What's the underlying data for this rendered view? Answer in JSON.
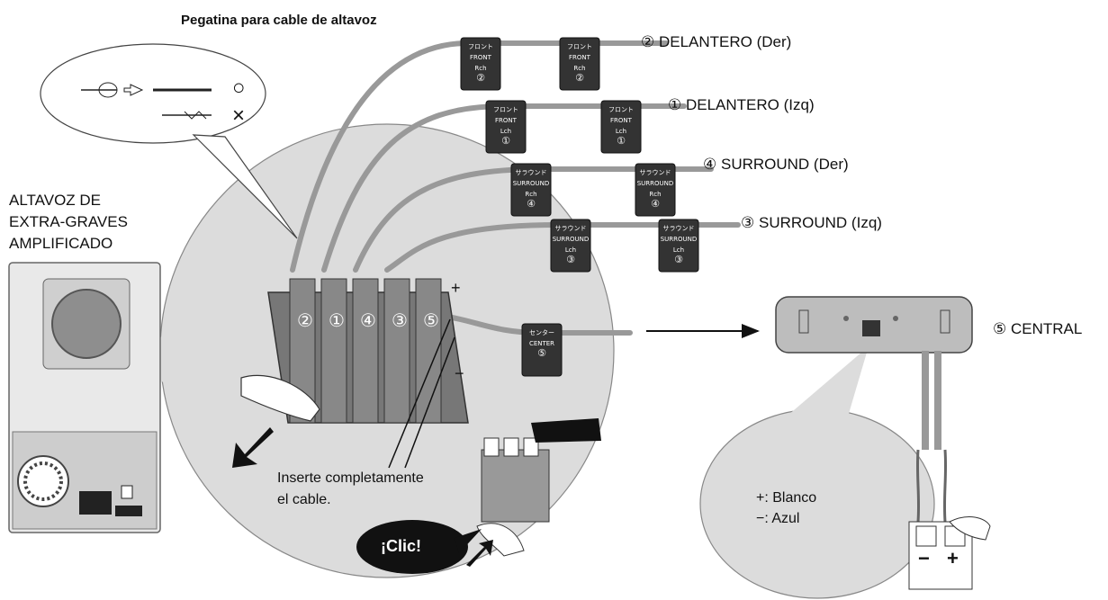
{
  "title_sticker": "Pegatina para cable de altavoz",
  "subwoofer_label": "ALTAVOZ DE\nEXTRA-GRAVES\nAMPLIFICADO",
  "channels": [
    {
      "num": "②",
      "label": "DELANTERO (Der)",
      "tag_jp": "フロント",
      "tag_en": "FRONT",
      "tag_ch": "Rch"
    },
    {
      "num": "①",
      "label": "DELANTERO (Izq)",
      "tag_jp": "フロント",
      "tag_en": "FRONT",
      "tag_ch": "Lch"
    },
    {
      "num": "④",
      "label": "SURROUND (Der)",
      "tag_jp": "サラウンド",
      "tag_en": "SURROUND",
      "tag_ch": "Rch"
    },
    {
      "num": "③",
      "label": "SURROUND (Izq)",
      "tag_jp": "サラウンド",
      "tag_en": "SURROUND",
      "tag_ch": "Lch"
    },
    {
      "num": "⑤",
      "label": "CENTRAL",
      "tag_jp": "センター",
      "tag_en": "CENTER",
      "tag_ch": ""
    }
  ],
  "terminal_order": [
    "②",
    "①",
    "④",
    "③",
    "⑤"
  ],
  "polarity": {
    "plus": "+",
    "minus": "−"
  },
  "correct_mark": "○",
  "wrong_mark": "×",
  "insert_text": "Inserte completamente\nel cable.",
  "click_text": "¡Clic!",
  "legend": {
    "plus": "+: Blanco",
    "minus": "−: Azul"
  },
  "terminal_signs": {
    "minus": "−",
    "plus": "+"
  }
}
